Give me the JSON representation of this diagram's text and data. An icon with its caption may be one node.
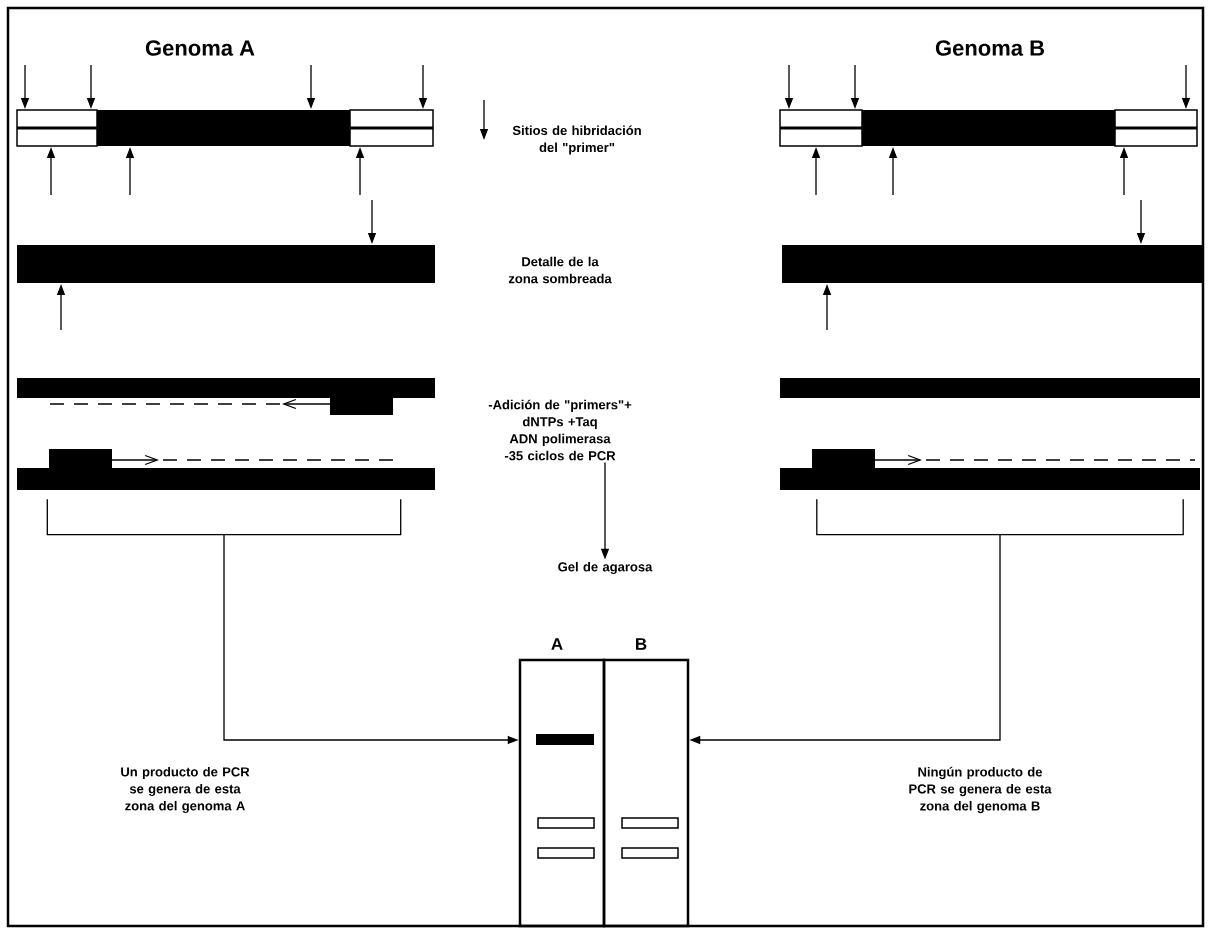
{
  "diagram": {
    "nodes": [
      {
        "text": [
          "-Adición de \"primers\"+ dNTPs +Taq ADN polimerasa",
          "-35 ciclos de PCR"
        ]
      },
      {
        "text": [
          "Gel de agarosa"
        ]
      },
      {
        "text": [
          "A"
        ]
      },
      {
        "text": [
          "B"
        ]
      },
      {
        "text": [],
        "shape": "bracket"
      },
      {
        "text": [],
        "shape": "bracket"
      }
    ],
    "edges": [
      {
        "from": 0,
        "to": 1,
        "arrow": "to"
      },
      {
        "from": 4,
        "to": 2,
        "arrow": "to"
      },
      {
        "from": 5,
        "to": 3,
        "arrow": "to"
      }
    ],
    "labels": [
      "Genoma A",
      "Genoma B",
      "Detalle de la zona sombreada",
      "Un producto de PCR se genera de esta zona del genoma A",
      "Ningún producto de PCR se genera de esta zona del genoma B"
    ],
    "legend": [
      {
        "text": "Sitios de hibridación del \"primer\""
      }
    ]
  }
}
